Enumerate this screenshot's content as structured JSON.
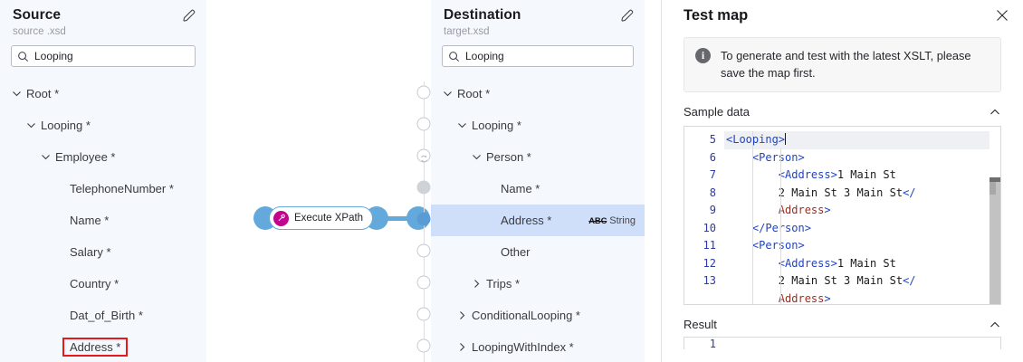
{
  "source": {
    "title": "Source",
    "subtitle": "source .xsd",
    "edit_icon": "pencil-icon",
    "search": {
      "icon": "search-icon",
      "value": "Looping",
      "placeholder": "Search"
    },
    "tree": [
      {
        "label": "Root *",
        "depth": 0,
        "chevron": "down",
        "handle": "empty",
        "highlight": false
      },
      {
        "label": "Looping *",
        "depth": 1,
        "chevron": "down",
        "handle": "empty",
        "highlight": false
      },
      {
        "label": "Employee *",
        "depth": 2,
        "chevron": "down",
        "handle": "loop",
        "highlight": false
      },
      {
        "label": "TelephoneNumber *",
        "depth": 3,
        "chevron": "none",
        "handle": "empty",
        "highlight": false
      },
      {
        "label": "Name *",
        "depth": 3,
        "chevron": "none",
        "handle": "empty",
        "highlight": false
      },
      {
        "label": "Salary *",
        "depth": 3,
        "chevron": "none",
        "handle": "empty",
        "highlight": false
      },
      {
        "label": "Country *",
        "depth": 3,
        "chevron": "none",
        "handle": "empty",
        "highlight": false
      },
      {
        "label": "Dat_of_Birth *",
        "depth": 3,
        "chevron": "none",
        "handle": "empty",
        "highlight": false
      },
      {
        "label": "Address *",
        "depth": 3,
        "chevron": "none",
        "handle": "empty",
        "highlight": true
      }
    ]
  },
  "destination": {
    "title": "Destination",
    "subtitle": "target.xsd",
    "edit_icon": "pencil-icon",
    "search": {
      "icon": "search-icon",
      "value": "Looping",
      "placeholder": "Search"
    },
    "tree": [
      {
        "label": "Root *",
        "depth": 0,
        "chevron": "down",
        "handle": "empty",
        "selected": false,
        "badge": ""
      },
      {
        "label": "Looping *",
        "depth": 1,
        "chevron": "down",
        "handle": "empty",
        "selected": false,
        "badge": ""
      },
      {
        "label": "Person *",
        "depth": 2,
        "chevron": "down",
        "handle": "loop",
        "selected": false,
        "badge": ""
      },
      {
        "label": "Name *",
        "depth": 3,
        "chevron": "none",
        "handle": "filled-gray",
        "selected": false,
        "badge": ""
      },
      {
        "label": "Address *",
        "depth": 3,
        "chevron": "none",
        "handle": "filled-blue",
        "selected": true,
        "badge": "String",
        "badge_prefix": "ABC"
      },
      {
        "label": "Other",
        "depth": 3,
        "chevron": "none",
        "handle": "empty",
        "selected": false,
        "badge": ""
      },
      {
        "label": "Trips *",
        "depth": 2,
        "chevron": "right",
        "handle": "empty",
        "selected": false,
        "badge": ""
      },
      {
        "label": "ConditionalLooping *",
        "depth": 1,
        "chevron": "right",
        "handle": "empty",
        "selected": false,
        "badge": ""
      },
      {
        "label": "LoopingWithIndex *",
        "depth": 1,
        "chevron": "right",
        "handle": "empty",
        "selected": false,
        "badge": ""
      }
    ]
  },
  "canvas": {
    "node": {
      "label": "Execute XPath",
      "icon": "xpath-function-icon",
      "icon_color": "#c2058f",
      "accent_color": "#64a9dc",
      "input_port": "input-port",
      "output_port": "output-port"
    }
  },
  "test_panel": {
    "title": "Test map",
    "close_icon": "close-icon",
    "info": {
      "icon": "info-icon",
      "text": "To generate and test with the latest XSLT, please save the map first."
    },
    "sample_data": {
      "label": "Sample data",
      "collapse_icon": "chevron-up-icon",
      "lines": [
        {
          "num": "5",
          "indent": 0,
          "selected": true,
          "tokens": [
            {
              "t": "<Looping>",
              "c": "tag"
            }
          ],
          "caret": true
        },
        {
          "num": "6",
          "indent": 1,
          "selected": false,
          "tokens": [
            {
              "t": "<Person>",
              "c": "tag"
            }
          ]
        },
        {
          "num": "7",
          "indent": 2,
          "selected": false,
          "tokens": [
            {
              "t": "<Address>",
              "c": "tag"
            },
            {
              "t": "1 Main St",
              "c": "text"
            }
          ]
        },
        {
          "num": "8",
          "indent": 2,
          "selected": false,
          "tokens": [
            {
              "t": "2 Main St 3 Main St",
              "c": "text"
            },
            {
              "t": "</",
              "c": "tag"
            }
          ]
        },
        {
          "num": "",
          "indent": 2,
          "selected": false,
          "tokens": [
            {
              "t": "Address",
              "c": "name"
            },
            {
              "t": ">",
              "c": "tag"
            }
          ]
        },
        {
          "num": "9",
          "indent": 1,
          "selected": false,
          "tokens": [
            {
              "t": "</Person>",
              "c": "tag"
            }
          ]
        },
        {
          "num": "10",
          "indent": 1,
          "selected": false,
          "tokens": [
            {
              "t": "<Person>",
              "c": "tag"
            }
          ]
        },
        {
          "num": "11",
          "indent": 2,
          "selected": false,
          "tokens": [
            {
              "t": "<Address>",
              "c": "tag"
            },
            {
              "t": "1 Main St",
              "c": "text"
            }
          ]
        },
        {
          "num": "12",
          "indent": 2,
          "selected": false,
          "tokens": [
            {
              "t": "2 Main St 3 Main St",
              "c": "text"
            },
            {
              "t": "</",
              "c": "tag"
            }
          ]
        },
        {
          "num": "",
          "indent": 2,
          "selected": false,
          "tokens": [
            {
              "t": "Address",
              "c": "name"
            },
            {
              "t": ">",
              "c": "tag"
            }
          ]
        },
        {
          "num": "13",
          "indent": 1,
          "selected": false,
          "tokens": []
        }
      ],
      "scrollbar": "vertical-scrollbar"
    },
    "result": {
      "label": "Result",
      "collapse_icon": "chevron-up-icon",
      "first_line_num": "1"
    }
  }
}
